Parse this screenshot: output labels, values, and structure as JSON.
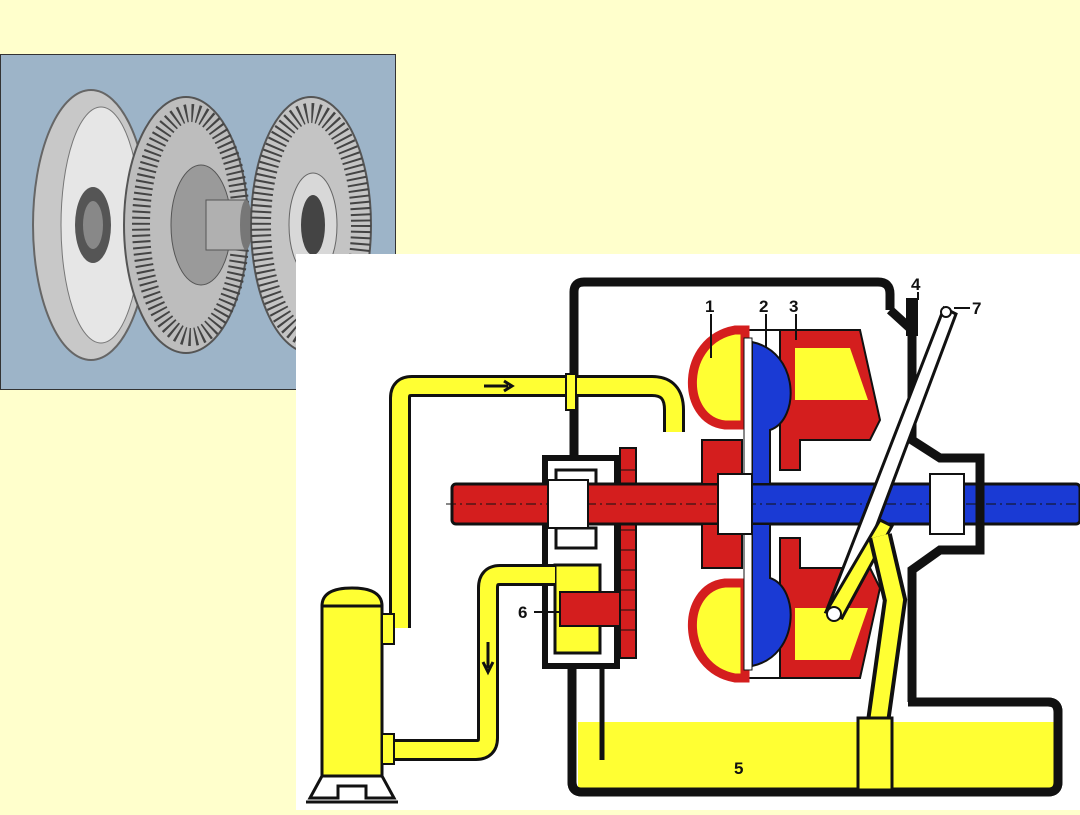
{
  "photo": {
    "description_icon": "fluid-coupling-components-photo-icon"
  },
  "diagram": {
    "labels": {
      "l1": "1",
      "l2": "2",
      "l3": "3",
      "l4": "4",
      "l5": "5",
      "l6": "6",
      "l7": "7"
    }
  },
  "colors": {
    "background": "#ffffcc",
    "oil": "#ffff33",
    "pump": "#d41e1e",
    "turbine": "#1a3ad4",
    "housing": "#111111",
    "photo_bg": "#9db4c8"
  }
}
